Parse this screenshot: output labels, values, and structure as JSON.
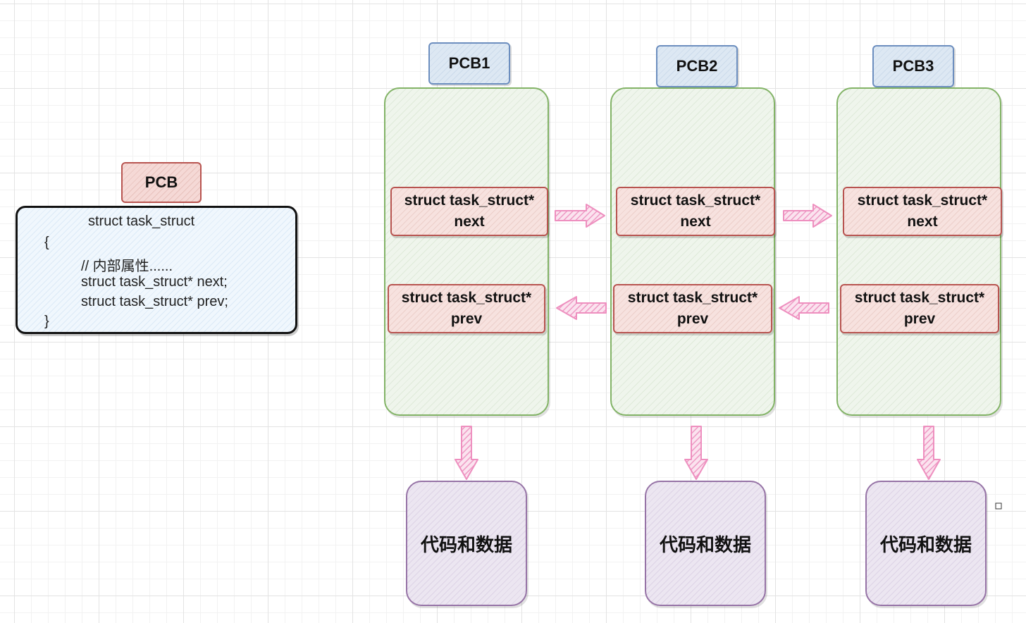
{
  "struct_def": {
    "label": "PCB",
    "title": "struct task_struct",
    "open_brace": "{",
    "comment": "// 内部属性......",
    "field_next": "struct task_struct* next;",
    "field_prev": "struct task_struct* prev;",
    "close_brace": "}"
  },
  "nodes": [
    {
      "label": "PCB1",
      "next_line1": "struct task_struct*",
      "next_line2": "next",
      "prev_line1": "struct task_struct*",
      "prev_line2": "prev",
      "data": "代码和数据"
    },
    {
      "label": "PCB2",
      "next_line1": "struct task_struct*",
      "next_line2": "next",
      "prev_line1": "struct task_struct*",
      "prev_line2": "prev",
      "data": "代码和数据"
    },
    {
      "label": "PCB3",
      "next_line1": "struct task_struct*",
      "next_line2": "next",
      "prev_line1": "struct task_struct*",
      "prev_line2": "prev",
      "data": "代码和数据"
    }
  ],
  "colors": {
    "node_border": "#82b366",
    "pointer_border": "#b85450",
    "pcb_label_border": "#6c8ebf",
    "data_border": "#9673a6",
    "arrow": "#f08fc0"
  }
}
